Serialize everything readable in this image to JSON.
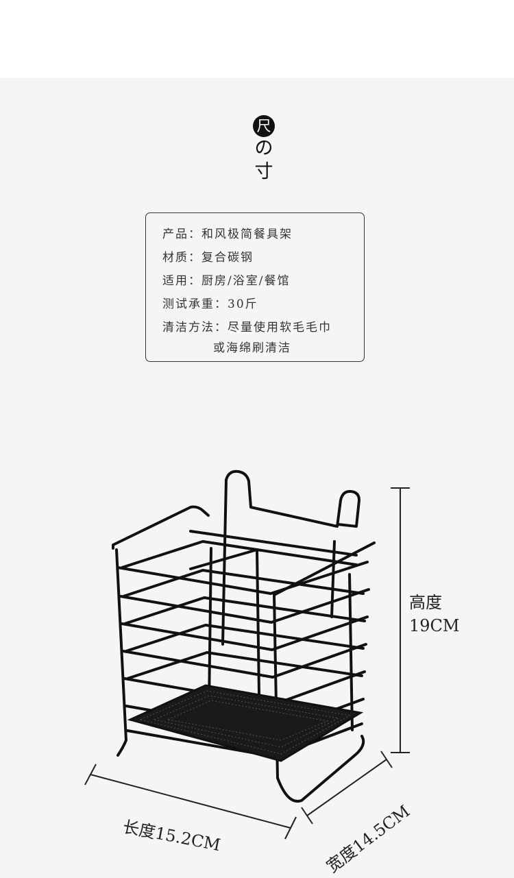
{
  "title": {
    "circle_char": "尺",
    "chars": [
      "の",
      "寸"
    ]
  },
  "specs": {
    "rows": [
      "产品：和风极简餐具架",
      "材质：复合碳钢",
      "适用：厨房/浴室/餐馆",
      "测试承重：30斤",
      "清洁方法：尽量使用软毛毛巾",
      "          或海绵刷清洁"
    ]
  },
  "dimensions": {
    "height_label": "高度",
    "height_value": "19CM",
    "length": "长度15.2CM",
    "width": "宽度14.5CM"
  },
  "colors": {
    "background": "#f5f5f5",
    "band": "#ffffff",
    "ink": "#111111"
  }
}
